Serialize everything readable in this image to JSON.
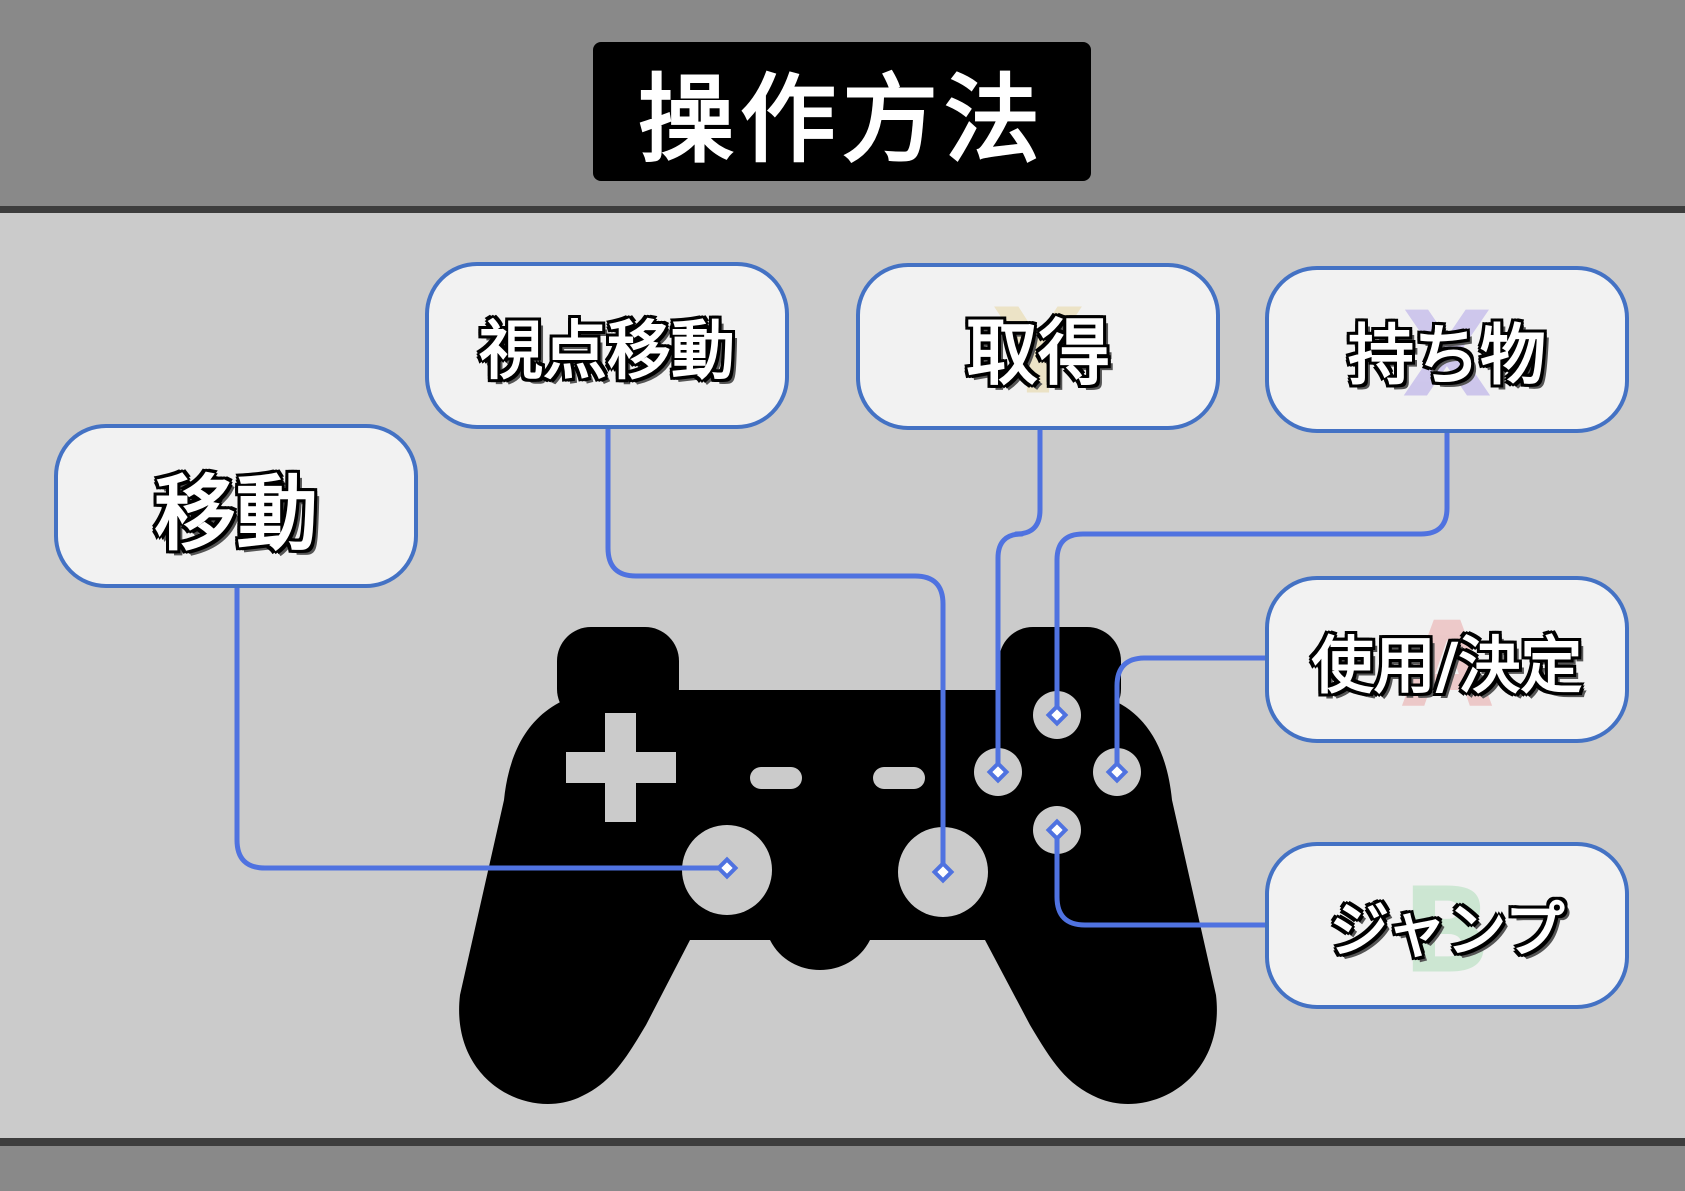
{
  "title": "操作方法",
  "colors": {
    "header_band": "#898989",
    "main_area": "#cbcbcb",
    "rule": "#3d3d3d",
    "title_bg": "#000000",
    "box_border": "#4472c4",
    "box_fill": "#f2f2f2",
    "connector": "#4f72e0",
    "controller": "#000000",
    "control_cutout": "#cbcbcb"
  },
  "labels": {
    "move": "移動",
    "camera": "視点移動",
    "pickup": "取得",
    "inventory": "持ち物",
    "use": "使用/決定",
    "jump": "ジャンプ"
  },
  "button_hints": {
    "pickup": {
      "letter": "Y",
      "color": "#e6d49a"
    },
    "inventory": {
      "letter": "X",
      "color": "#a99ce6"
    },
    "use": {
      "letter": "A",
      "color": "#e8a0a0"
    },
    "jump": {
      "letter": "B",
      "color": "#a8dcb4"
    }
  },
  "icons": {
    "controller": "gamepad-icon",
    "dpad": "dpad-icon",
    "connector_end": "diamond-marker-icon"
  }
}
